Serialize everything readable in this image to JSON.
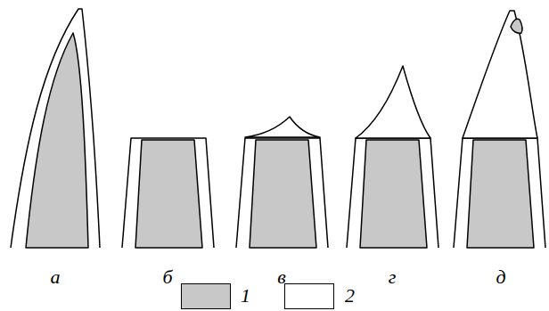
{
  "diagram": {
    "labels": [
      "а",
      "б",
      "в",
      "г",
      "д"
    ],
    "legend": [
      {
        "text": "1",
        "color": "#c8c8c8"
      },
      {
        "text": "2",
        "color": "#ffffff"
      }
    ]
  }
}
